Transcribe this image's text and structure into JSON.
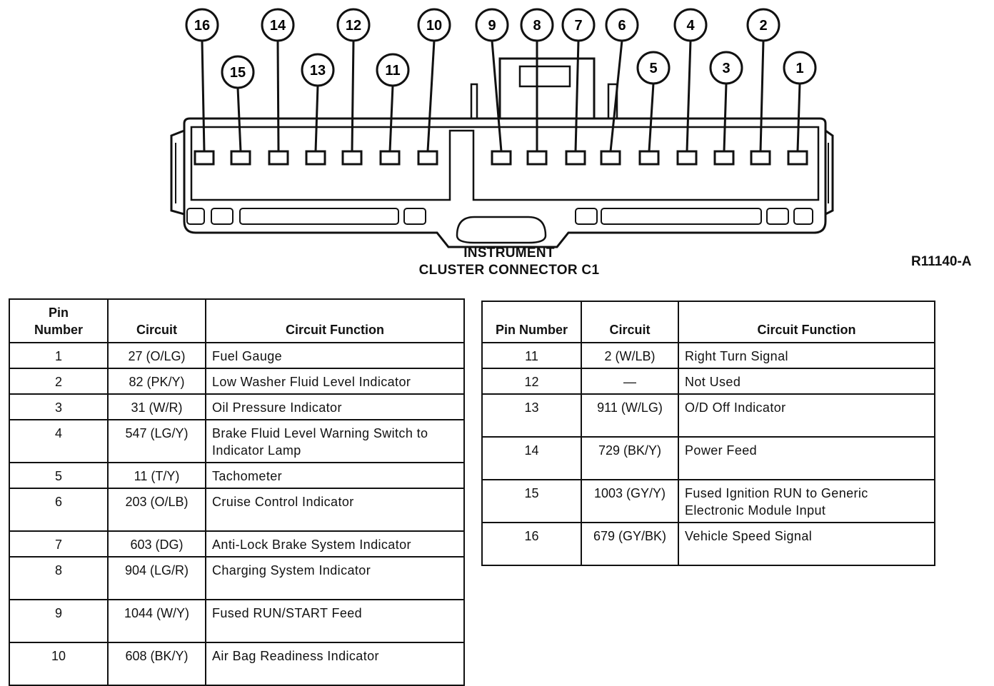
{
  "diagram": {
    "caption_line1": "INSTRUMENT",
    "caption_line2": "CLUSTER CONNECTOR C1",
    "figure_id": "R11140-A",
    "pin_labels": [
      "1",
      "2",
      "3",
      "4",
      "5",
      "6",
      "7",
      "8",
      "9",
      "10",
      "11",
      "12",
      "13",
      "14",
      "15",
      "16"
    ]
  },
  "tables": {
    "headers": {
      "pin": "Pin Number",
      "circuit": "Circuit",
      "function": "Circuit Function"
    },
    "left": [
      {
        "pin": "1",
        "circuit": "27 (O/LG)",
        "function": "Fuel Gauge"
      },
      {
        "pin": "2",
        "circuit": "82 (PK/Y)",
        "function": "Low Washer Fluid Level Indicator"
      },
      {
        "pin": "3",
        "circuit": "31 (W/R)",
        "function": "Oil Pressure Indicator"
      },
      {
        "pin": "4",
        "circuit": "547 (LG/Y)",
        "function": "Brake Fluid Level Warning Switch to Indicator Lamp"
      },
      {
        "pin": "5",
        "circuit": "11 (T/Y)",
        "function": "Tachometer"
      },
      {
        "pin": "6",
        "circuit": "203 (O/LB)",
        "function": "Cruise Control Indicator"
      },
      {
        "pin": "7",
        "circuit": "603 (DG)",
        "function": "Anti-Lock Brake System Indicator"
      },
      {
        "pin": "8",
        "circuit": "904 (LG/R)",
        "function": "Charging System Indicator"
      },
      {
        "pin": "9",
        "circuit": "1044 (W/Y)",
        "function": "Fused RUN/START Feed"
      },
      {
        "pin": "10",
        "circuit": "608 (BK/Y)",
        "function": "Air Bag Readiness Indicator"
      }
    ],
    "right": [
      {
        "pin": "11",
        "circuit": "2 (W/LB)",
        "function": "Right Turn Signal"
      },
      {
        "pin": "12",
        "circuit": "—",
        "function": "Not Used"
      },
      {
        "pin": "13",
        "circuit": "911 (W/LG)",
        "function": "O/D Off Indicator"
      },
      {
        "pin": "14",
        "circuit": "729 (BK/Y)",
        "function": "Power Feed"
      },
      {
        "pin": "15",
        "circuit": "1003 (GY/Y)",
        "function": "Fused Ignition RUN to Generic Electronic Module Input"
      },
      {
        "pin": "16",
        "circuit": "679 (GY/BK)",
        "function": "Vehicle Speed Signal"
      }
    ]
  }
}
